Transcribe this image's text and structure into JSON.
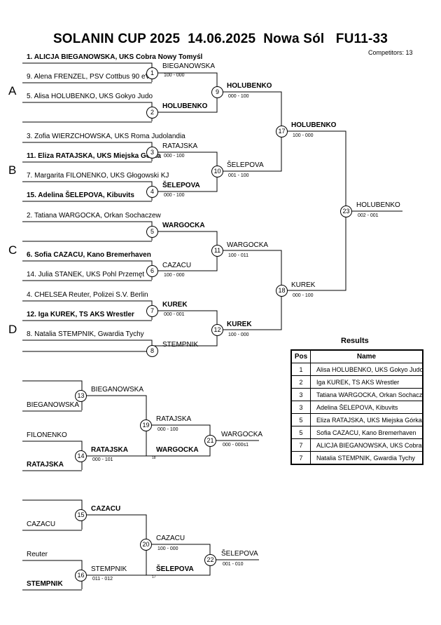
{
  "header": {
    "title": "SOLANIN CUP 2025  14.06.2025  Nowa Sól   FU11-33",
    "competitors": "Competitors: 13"
  },
  "pools": [
    "A",
    "B",
    "C",
    "D"
  ],
  "entries": [
    "1. ALICJA BIEGANOWSKA, UKS Cobra Nowy Tomyśl",
    "9. Alena FRENZEL, PSV Cottbus 90 eV",
    "5. Alisa HOLUBENKO, UKS Gokyo Judo",
    "3. Zofia WIERZCHOWSKA, UKS Roma Judolandia",
    "11. Eliza RATAJSKA, UKS Miejska Górka",
    "7. Margarita FILONENKO, UKS Głogowski KJ",
    "15. Adelina ŠELEPOVA, Kibuvits",
    "2. Tatiana WARGOCKA, Orkan Sochaczew",
    "6. Sofia CAZACU, Kano Bremerhaven",
    "14. Julia STANEK, UKS Pohl Przemęt",
    "4. CHELSEA Reuter, Polizei S.V. Berlin",
    "12. Iga KUREK, TS AKS Wrestler",
    "8. Natalia STEMPNIK, Gwardia Tychy"
  ],
  "matches": [
    {
      "no": "1",
      "winner": "BIEGANOWSKA",
      "score": "100 - 000"
    },
    {
      "no": "2",
      "winner": "HOLUBENKO",
      "score": ""
    },
    {
      "no": "3",
      "winner": "RATAJSKA",
      "score": "000 - 100"
    },
    {
      "no": "4",
      "winner": "ŠELEPOVA",
      "score": "000 - 100"
    },
    {
      "no": "5",
      "winner": "WARGOCKA",
      "score": ""
    },
    {
      "no": "6",
      "winner": "CAZACU",
      "score": "100 - 000"
    },
    {
      "no": "7",
      "winner": "KUREK",
      "score": "000 - 001"
    },
    {
      "no": "8",
      "winner": "STEMPNIK",
      "score": ""
    },
    {
      "no": "9",
      "winner": "HOLUBENKO",
      "score": "000 - 100"
    },
    {
      "no": "10",
      "winner": "ŠELEPOVA",
      "score": "001 - 100"
    },
    {
      "no": "11",
      "winner": "WARGOCKA",
      "score": "100 - 011"
    },
    {
      "no": "12",
      "winner": "KUREK",
      "score": "100 - 000"
    },
    {
      "no": "17",
      "winner": "HOLUBENKO",
      "score": "100 - 000"
    },
    {
      "no": "18",
      "winner": "KUREK",
      "score": "000 - 100"
    },
    {
      "no": "23",
      "winner": "HOLUBENKO",
      "score": "002 - 001"
    }
  ],
  "repechage": {
    "r13_top": "BIEGANOWSKA",
    "r13_bottom": "BIEGANOWSKA",
    "r13_no": "13",
    "r14_top": "FILONENKO",
    "r14_winner": "RATAJSKA",
    "r14_score": "000 - 101",
    "r14_bottom": "RATAJSKA",
    "r14_no": "14",
    "r19_no": "19",
    "r19_winner": "RATAJSKA",
    "r19_score": "000 - 100",
    "r19_bottom": "WARGOCKA",
    "r19_note": "18",
    "r21_no": "21",
    "r21_winner": "WARGOCKA",
    "r21_score": "000 - 000s1",
    "r15_no": "15",
    "r15_winner": "CAZACU",
    "r15_bottom": "CAZACU",
    "r16_no": "16",
    "r16_top": "Reuter",
    "r16_winner": "STEMPNIK",
    "r16_score": "011 - 012",
    "r16_bottom": "STEMPNIK",
    "r20_no": "20",
    "r20_winner": "CAZACU",
    "r20_score": "100 - 000",
    "r20_bottom": "ŠELEPOVA",
    "r20_note": "17",
    "r22_no": "22",
    "r22_winner": "ŠELEPOVA",
    "r22_score": "001 - 010"
  },
  "results": {
    "title": "Results",
    "head_pos": "Pos",
    "head_name": "Name",
    "rows": [
      {
        "pos": "1",
        "name": "Alisa HOLUBENKO, UKS Gokyo Judo"
      },
      {
        "pos": "2",
        "name": "Iga KUREK, TS AKS Wrestler"
      },
      {
        "pos": "3",
        "name": "Tatiana WARGOCKA, Orkan Sochaczew"
      },
      {
        "pos": "3",
        "name": "Adelina ŠELEPOVA, Kibuvits"
      },
      {
        "pos": "5",
        "name": "Eliza RATAJSKA, UKS Miejska Górka"
      },
      {
        "pos": "5",
        "name": "Sofia CAZACU, Kano Bremerhaven"
      },
      {
        "pos": "7",
        "name": "ALICJA BIEGANOWSKA, UKS Cobra Nowy Tomyśl"
      },
      {
        "pos": "7",
        "name": "Natalia STEMPNIK, Gwardia Tychy"
      }
    ]
  }
}
